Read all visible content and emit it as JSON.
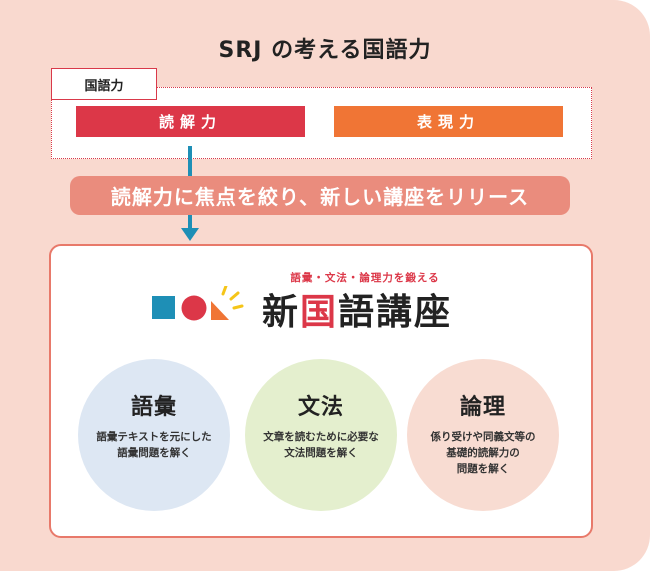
{
  "title": "SRJ の考える国語力",
  "tag": "国語力",
  "bars": {
    "left": "読解力",
    "right": "表現力"
  },
  "banner": "読解力に焦点を絞り、新しい講座をリリース",
  "course": {
    "subtitle": "語彙・文法・論理力を鍛える",
    "name_prefix": "新",
    "name_highlight": "国",
    "name_suffix": "語講座"
  },
  "circles": [
    {
      "title": "語彙",
      "desc": "語彙テキストを元にした\n語彙問題を解く"
    },
    {
      "title": "文法",
      "desc": "文章を読むために必要な\n文法問題を解く"
    },
    {
      "title": "論理",
      "desc": "係り受けや同義文等の\n基礎的読解力の\n問題を解く"
    }
  ],
  "colors": {
    "background": "#f9d9cf",
    "red": "#dc3748",
    "orange": "#f07535",
    "blue": "#1e8fb6",
    "banner": "#ea8c7d",
    "yellow": "#f5c518"
  }
}
